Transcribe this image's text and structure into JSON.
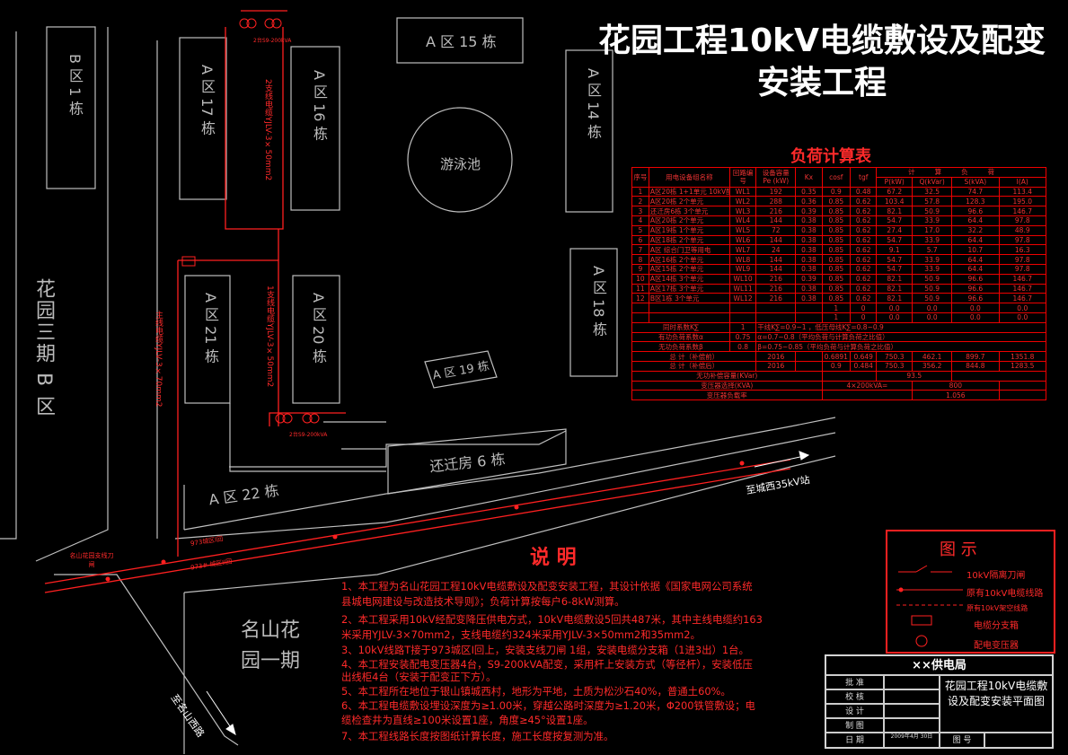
{
  "title_line1": "花园工程10kV电缆敷设及配变",
  "title_line2": "安装工程",
  "buildings": [
    {
      "label": "B 区 1 栋"
    },
    {
      "label": "A 区 17 栋"
    },
    {
      "label": "A 区 16 栋"
    },
    {
      "label": "A 区 15 栋"
    },
    {
      "label": "A 区 14 栋"
    },
    {
      "label": "A 区 18 栋"
    },
    {
      "label": "A 区 21 栋"
    },
    {
      "label": "A 区 20 栋"
    },
    {
      "label": "A 区 19 栋"
    },
    {
      "label": "还迁房 6 栋"
    },
    {
      "label": "A 区 22 栋"
    }
  ],
  "pool_label": "游泳池",
  "district_left": "花园三期 B 区",
  "district_bottom_line1": "名山花",
  "district_bottom_line2": "园一期",
  "road_to_station": "至城西35kV站",
  "road_to_mountain": "至名山西路",
  "cable_labels": {
    "branch2": "2支线电缆YJLV-3×50mm2",
    "branch1": "1支线电缆YJLV-3×50mm2",
    "trunk": "主线电缆YJLV-3×70mm2",
    "transformer_top": "2台S9-200kVA",
    "transformer_bottom": "2台S9-200kVA",
    "line_973a": "973城区I回",
    "line_973b": "973# 城区II回",
    "switch_note": "名山花园支线刀闸"
  },
  "load_table": {
    "title": "负荷计算表",
    "header_top": [
      "序号",
      "用电设备组名称",
      "回路编号",
      "设备容量 Pe (kW)",
      "Kx",
      "cosf",
      "tgf",
      "计算负荷"
    ],
    "header_sub": [
      "P(kW)",
      "Q(kVar)",
      "S(kVA)",
      "I(A)"
    ],
    "rows": [
      [
        "1",
        "A区20栋 1+1单元 10kV配变",
        "WL1",
        "192",
        "0.35",
        "0.9",
        "0.48",
        "67.2",
        "32.5",
        "74.7",
        "113.4"
      ],
      [
        "2",
        "A区20栋 2个单元",
        "WL2",
        "288",
        "0.36",
        "0.85",
        "0.62",
        "103.4",
        "57.8",
        "128.3",
        "195.0"
      ],
      [
        "3",
        "还迁房6栋 3个单元",
        "WL3",
        "216",
        "0.39",
        "0.85",
        "0.62",
        "82.1",
        "50.9",
        "96.6",
        "146.7"
      ],
      [
        "4",
        "A区20栋 2个单元",
        "WL4",
        "144",
        "0.38",
        "0.85",
        "0.62",
        "54.7",
        "33.9",
        "64.4",
        "97.8"
      ],
      [
        "5",
        "A区19栋 1个单元",
        "WL5",
        "72",
        "0.38",
        "0.85",
        "0.62",
        "27.4",
        "17.0",
        "32.2",
        "48.9"
      ],
      [
        "6",
        "A区18栋 2个单元",
        "WL6",
        "144",
        "0.38",
        "0.85",
        "0.62",
        "54.7",
        "33.9",
        "64.4",
        "97.8"
      ],
      [
        "7",
        "A区 综合门卫等用电",
        "WL7",
        "24",
        "0.38",
        "0.85",
        "0.62",
        "9.1",
        "5.7",
        "10.7",
        "16.3"
      ],
      [
        "8",
        "A区16栋 2个单元",
        "WL8",
        "144",
        "0.38",
        "0.85",
        "0.62",
        "54.7",
        "33.9",
        "64.4",
        "97.8"
      ],
      [
        "9",
        "A区15栋 2个单元",
        "WL9",
        "144",
        "0.38",
        "0.85",
        "0.62",
        "54.7",
        "33.9",
        "64.4",
        "97.8"
      ],
      [
        "10",
        "A区14栋 3个单元",
        "WL10",
        "216",
        "0.39",
        "0.85",
        "0.62",
        "82.1",
        "50.9",
        "96.6",
        "146.7"
      ],
      [
        "11",
        "A区17栋 3个单元",
        "WL11",
        "216",
        "0.38",
        "0.85",
        "0.62",
        "82.1",
        "50.9",
        "96.6",
        "146.7"
      ],
      [
        "12",
        "B区1栋 3个单元",
        "WL12",
        "216",
        "0.38",
        "0.85",
        "0.62",
        "82.1",
        "50.9",
        "96.6",
        "146.7"
      ],
      [
        "",
        "",
        "",
        "",
        "",
        "1",
        "0",
        "0.0",
        "0.0",
        "0.0",
        "0.0"
      ],
      [
        "",
        "",
        "",
        "",
        "",
        "1",
        "0",
        "0.0",
        "0.0",
        "0.0",
        "0.0"
      ]
    ],
    "summary": [
      {
        "label": "同时系数K∑",
        "v1": "1",
        "note": "干线K∑=0.9~1 ，低压母线K∑=0.8~0.9"
      },
      {
        "label": "有功负荷系数α",
        "v1": "0.75",
        "note": "α=0.7~0.8（平均负荷与计算负荷之比值）"
      },
      {
        "label": "无功负荷系数β",
        "v1": "0.8",
        "note": "β=0.75~0.85（平均负荷与计算负荷之比值）"
      }
    ],
    "total_before": {
      "label": "总 计（补偿前）",
      "pe": "2016",
      "kx": "",
      "cos": "0.6891",
      "tg": "0.649",
      "p": "750.3",
      "q": "462.1",
      "s": "899.7",
      "i": "1351.8"
    },
    "total_after": {
      "label": "总 计（补偿后）",
      "pe": "2016",
      "kx": "",
      "cos": "0.9",
      "tg": "0.484",
      "p": "750.3",
      "q": "356.2",
      "s": "844.8",
      "i": "1283.5"
    },
    "comp": {
      "label": "无功补偿容量(KVar)",
      "value": "93.5"
    },
    "transformer": {
      "label": "变压器选择(KVA)",
      "formula": "4×200kVA=",
      "value": "800"
    },
    "load_rate": {
      "label": "变压器负载率",
      "value": "1.056"
    }
  },
  "notes": {
    "title": "说 明",
    "items": [
      "1、本工程为名山花园工程10kV电缆敷设及配变安装工程，其设计依据《国家电网公司系统",
      "  县城电网建设与改造技术导则》；负荷计算按每户6-8kW测算。",
      "2、本工程采用10kV经配变降压供电方式，10kV电缆敷设5回共487米，其中主线电缆约163",
      "米采用YJLV-3×70mm2，支线电缆约324米采用YJLV-3×50mm2和35mm2。",
      "3、10kV线路T接于973城区I回上，安装支线刀闸 1组，安装电缆分支箱（1进3出）1台。",
      "4、本工程安装配电变压器4台，S9-200kVA配变，采用杆上安装方式（等径杆），安装低压",
      "出线柜4台（安装于配变正下方）。",
      "5、本工程所在地位于银山镇城西村，地形为平地，土质为松沙石40%，普通土60%。",
      "6、本工程电缆敷设埋设深度为≥1.00米，穿越公路时深度为≥1.20米，Φ200铁管敷设；电",
      "缆检查井为直线≥100米设置1座，角度≥45°设置1座。",
      "7、本工程线路长度按图纸计算长度，施工长度按复测为准。"
    ]
  },
  "legend": {
    "title": "图 示",
    "items": [
      "10kV隔离刀闸",
      "原有10kV电缆线路",
      "原有10kV架空线路",
      "电缆分支箱",
      "配电变压器"
    ]
  },
  "title_block": {
    "org": "××供电局",
    "roles": [
      "批 准",
      "校 核",
      "设 计",
      "制 图",
      "日 期"
    ],
    "date": "2009年4月 30日",
    "drawing_title": "花园工程10kV电缆敷设及配变安装平面图",
    "drawing_no_label": "图 号"
  },
  "colors": {
    "red": "#ff2a2a",
    "line": "#cccccc",
    "background": "#000000"
  }
}
